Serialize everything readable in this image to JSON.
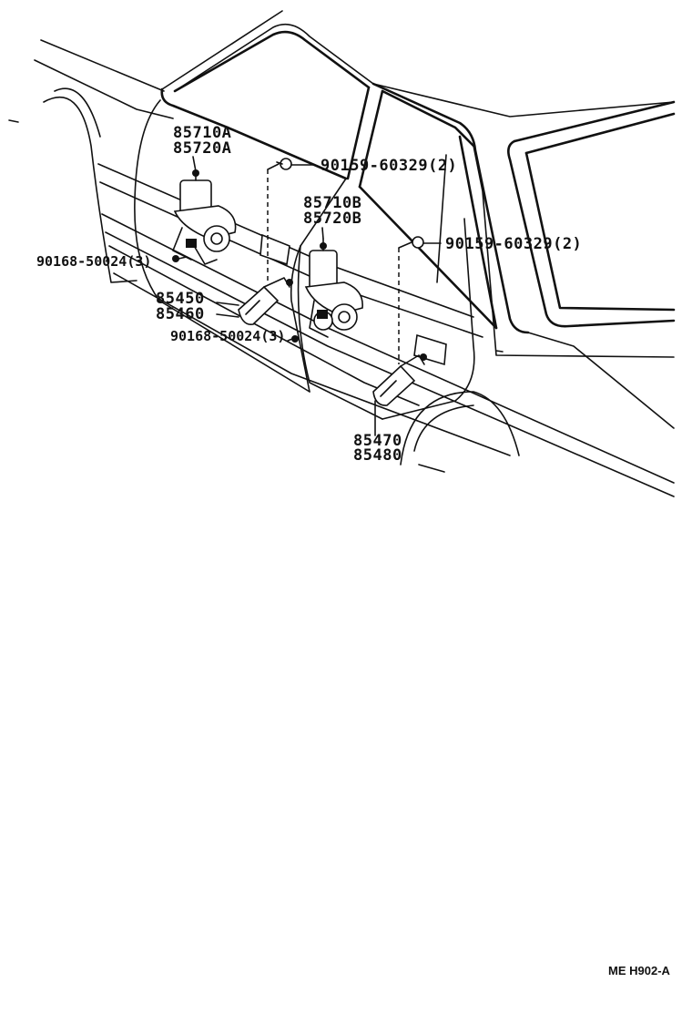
{
  "labels": {
    "front_motor_a": "85710A",
    "front_motor_b": "85720A",
    "rear_motor_a": "85710B",
    "rear_motor_b": "85720B",
    "front_screw": "90159-60329(2)",
    "rear_screw": "90159-60329(2)",
    "front_bolt": "90168-50024(3)",
    "rear_bolt": "90168-50024(3)",
    "front_switch_a": "85450",
    "front_switch_b": "85460",
    "rear_switch_a": "85470",
    "rear_switch_b": "85480"
  },
  "footer": {
    "code": "ME H902-A"
  }
}
